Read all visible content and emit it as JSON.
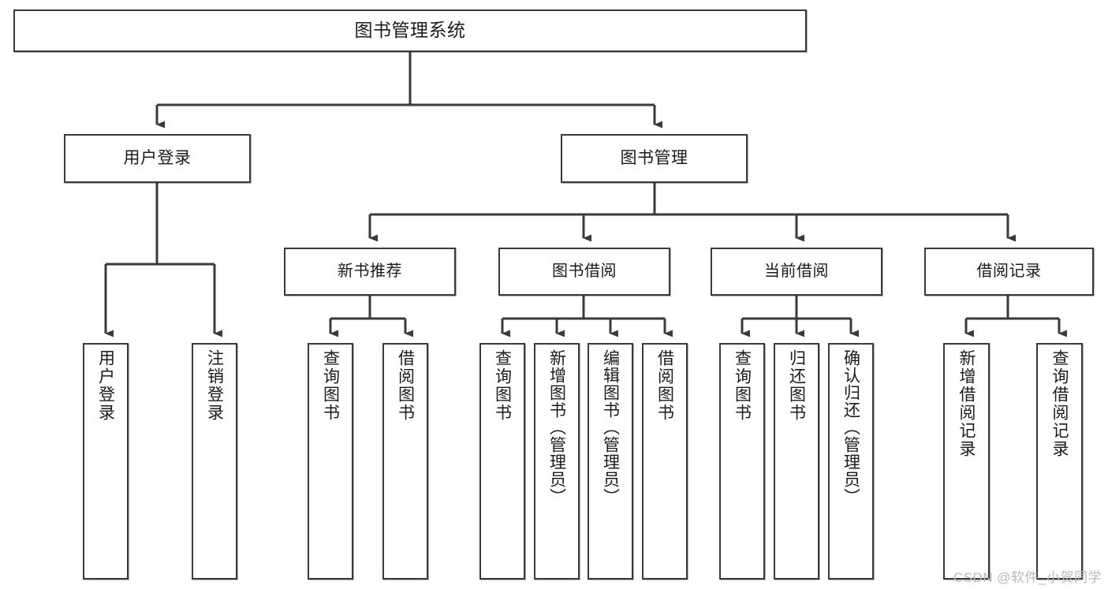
{
  "diagram": {
    "title": "图书管理系统",
    "watermark": "CSDN @软件_小贺同学",
    "line_color": "#3a3a3a",
    "box_fill": "#ffffff",
    "text_color": "#1b1b1b",
    "nodes": {
      "root": {
        "label": "图书管理系统"
      },
      "level1": [
        {
          "id": "user-login",
          "label": "用户登录"
        },
        {
          "id": "book-management",
          "label": "图书管理"
        }
      ],
      "level2": [
        {
          "id": "new-book-recommend",
          "label": "新书推荐"
        },
        {
          "id": "book-borrow",
          "label": "图书借阅"
        },
        {
          "id": "current-borrow",
          "label": "当前借阅"
        },
        {
          "id": "borrow-record",
          "label": "借阅记录"
        }
      ],
      "leaves": {
        "user_login": [
          {
            "id": "leaf-user-login",
            "label": "用户登录"
          },
          {
            "id": "leaf-logout-login",
            "label": "注销登录"
          }
        ],
        "new_book_recommend": [
          {
            "id": "leaf-query-book-1",
            "label": "查询图书"
          },
          {
            "id": "leaf-borrow-book-1",
            "label": "借阅图书"
          }
        ],
        "book_borrow": [
          {
            "id": "leaf-query-book-2",
            "label": "查询图书"
          },
          {
            "id": "leaf-add-book",
            "label": "新增图书（管理员）"
          },
          {
            "id": "leaf-edit-book",
            "label": "编辑图书（管理员）"
          },
          {
            "id": "leaf-borrow-book-2",
            "label": "借阅图书"
          }
        ],
        "current_borrow": [
          {
            "id": "leaf-query-book-3",
            "label": "查询图书"
          },
          {
            "id": "leaf-return-book",
            "label": "归还图书"
          },
          {
            "id": "leaf-confirm-return",
            "label": "确认归还（管理员）"
          }
        ],
        "borrow_record": [
          {
            "id": "leaf-add-record",
            "label": "新增借阅记录"
          },
          {
            "id": "leaf-query-record",
            "label": "查询借阅记录"
          }
        ]
      }
    }
  }
}
